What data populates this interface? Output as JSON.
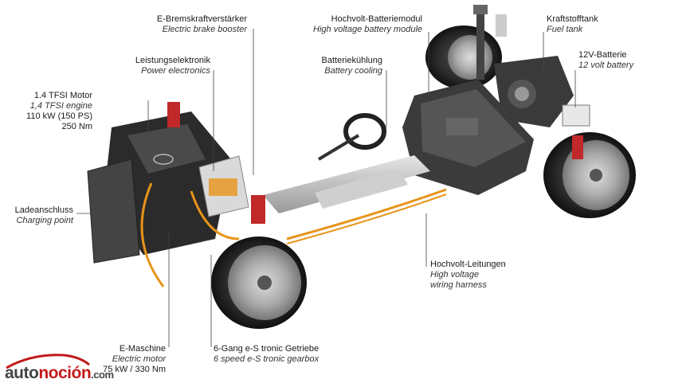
{
  "labels": {
    "brake_booster": {
      "de": "E-Bremskraftverstärker",
      "en": "Electric brake booster"
    },
    "battery_module": {
      "de": "Hochvolt-Batteriemodul",
      "en": "High voltage battery module"
    },
    "fuel_tank": {
      "de": "Kraftstofftank",
      "en": "Fuel tank"
    },
    "power_electronics": {
      "de": "Leistungselektronik",
      "en": "Power electronics"
    },
    "battery_cooling": {
      "de": "Batteriekühlung",
      "en": "Battery cooling"
    },
    "battery_12v": {
      "de": "12V-Batterie",
      "en": "12 volt battery"
    },
    "engine": {
      "de": "1.4 TFSI Motor",
      "en": "1,4 TFSI engine",
      "spec1": "110 kW (150 PS)",
      "spec2": "250 Nm"
    },
    "charging_point": {
      "de": "Ladeanschluss",
      "en": "Charging point"
    },
    "hv_cables": {
      "de": "Hochvolt-Leitungen",
      "en1": "High voltage",
      "en2": "wiring harness"
    },
    "e_machine": {
      "de": "E-Maschine",
      "en": "Electric motor",
      "spec": "75 kW / 330 Nm"
    },
    "gearbox": {
      "de": "6-Gang e-S tronic Getriebe",
      "en": "6 speed e-S tronic gearbox"
    }
  },
  "logo": {
    "part1": "auto",
    "part2": "noción",
    "part3": ".com"
  },
  "colors": {
    "orange_cable": "#e8941a",
    "red_spring": "#c0282a",
    "chassis_dark": "#2b2b2b",
    "logo_red": "#c21a1a"
  }
}
